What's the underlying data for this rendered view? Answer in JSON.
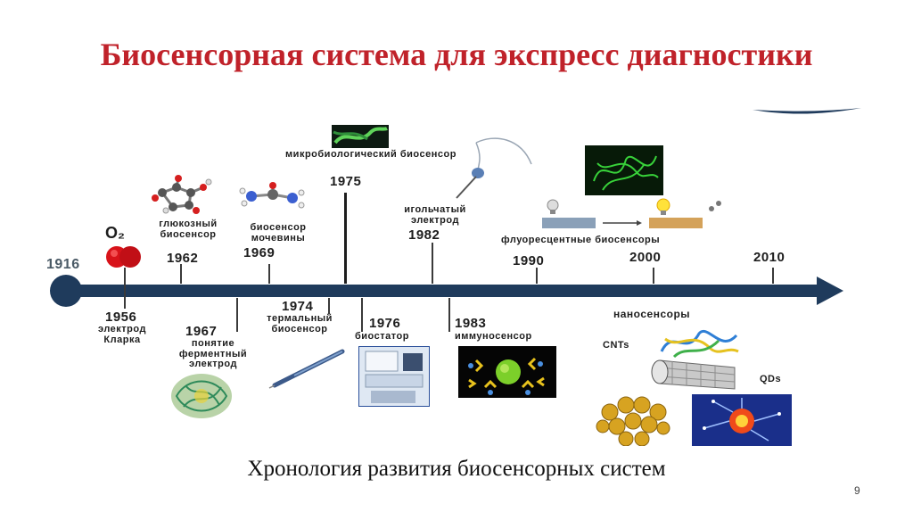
{
  "title": "Биосенсорная система для экспресс диагностики",
  "caption": "Хронология развития биосенсорных систем",
  "page_number": "9",
  "timeline": {
    "start_year": "1916",
    "o2_label": "O₂",
    "events_above": [
      {
        "year": "1962",
        "label": "глюкозный биосенсор"
      },
      {
        "year": "1969",
        "label": "биосенсор мочевины"
      },
      {
        "year": "1975",
        "label": "микробиологический биосенсор"
      },
      {
        "year": "1982",
        "label": "игольчатый электрод"
      },
      {
        "year": "1990",
        "label": ""
      },
      {
        "year": "2000",
        "label": "флуоресцентные биосенсоры"
      },
      {
        "year": "2010",
        "label": ""
      }
    ],
    "events_below": [
      {
        "year": "1956",
        "label": "электрод Кларка"
      },
      {
        "year": "1967",
        "label": "понятие ферментный электрод"
      },
      {
        "year": "1974",
        "label": "термальный биосенсор"
      },
      {
        "year": "1976",
        "label": "биостатор"
      },
      {
        "year": "1983",
        "label": "иммуносенсор"
      }
    ],
    "nano": {
      "heading": "наносенсоры",
      "cnts": "CNTs",
      "qds": "QDs"
    }
  },
  "colors": {
    "title": "#c0222a",
    "axis": "#1f3b5c",
    "o2": "#d8131a"
  }
}
